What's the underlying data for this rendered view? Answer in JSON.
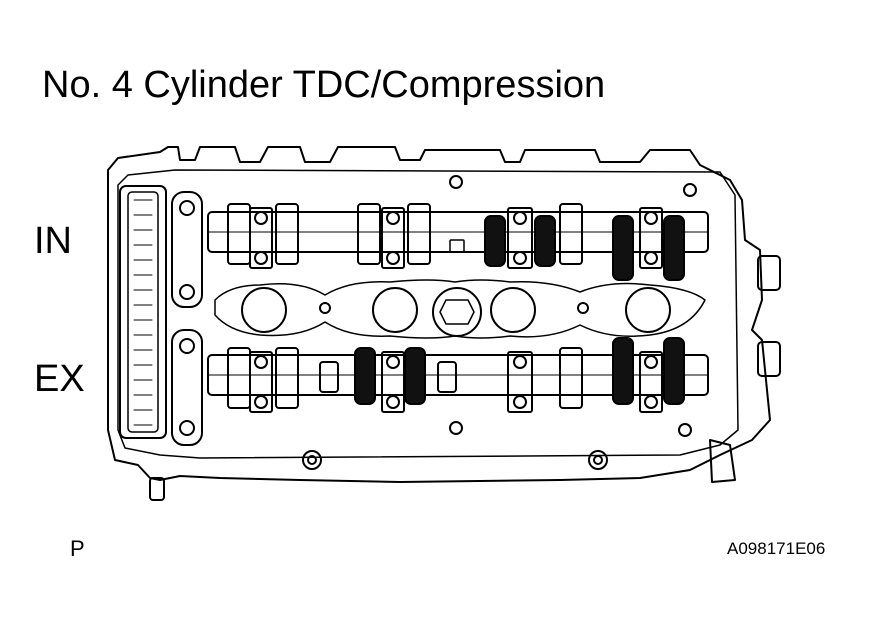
{
  "diagram": {
    "title": "No. 4 Cylinder TDC/Compression",
    "labels": {
      "intake": "IN",
      "exhaust": "EX"
    },
    "corner_note": "P",
    "figure_id": "A098171E06",
    "colors": {
      "ink": "#000000",
      "paper": "#ffffff",
      "marked_lobe": "#111111"
    }
  }
}
